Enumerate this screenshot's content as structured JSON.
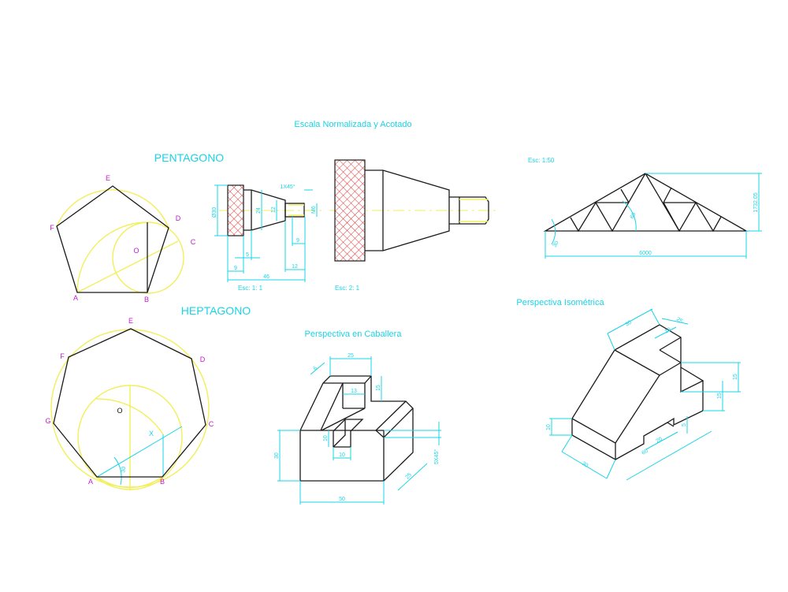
{
  "colors": {
    "dimension": "#19d4e6",
    "construction": "#f2ef5a",
    "points": "#c21cc8",
    "hatch": "#e02020",
    "outline": "#1a1a1a"
  },
  "titles": {
    "escala": "Escala Normalizada y Acotado",
    "pentagono": "PENTAGONO",
    "heptagono": "HEPTAGONO",
    "caballera": "Perspectiva en Caballera",
    "isometrica": "Perspectiva Isométrica"
  },
  "pentagon": {
    "points": {
      "E": "E",
      "F": "F",
      "D": "D",
      "C": "C",
      "O": "O",
      "A": "A",
      "B": "B"
    }
  },
  "heptagon": {
    "points": {
      "E": "E",
      "F": "F",
      "D": "D",
      "G": "G",
      "C": "C",
      "O": "O",
      "A": "A",
      "B": "B",
      "X": "X"
    },
    "angle": "30"
  },
  "shaft_small": {
    "scale": "Esc:  1: 1",
    "dims": {
      "d30": "Ø30",
      "d24": "24",
      "d12": "12",
      "m6": "M6",
      "chamfer": "1X45°",
      "l9a": "9",
      "l5": "5",
      "l9b": "9",
      "l12": "12",
      "l46": "46"
    }
  },
  "shaft_large": {
    "scale": "Esc:   2: 1"
  },
  "truss": {
    "scale": "Esc:  1:50",
    "dims": {
      "span": "6000",
      "height": "1732.05",
      "angle30": "30",
      "angle60": "60"
    }
  },
  "caballera": {
    "dims": {
      "w25": "25",
      "d6": "6",
      "h15": "15",
      "w13": "13",
      "h10": "10",
      "w10": "10",
      "h30": "30",
      "w50": "50",
      "d25": "25",
      "chamfer": "5X45°"
    }
  },
  "isometrica": {
    "dims": {
      "a30": "30",
      "a25": "25",
      "a10": "10",
      "h15a": "15",
      "h15b": "15",
      "h10": "10",
      "b30": "30",
      "b60": "60",
      "b20": "20",
      "b5": "5"
    }
  }
}
